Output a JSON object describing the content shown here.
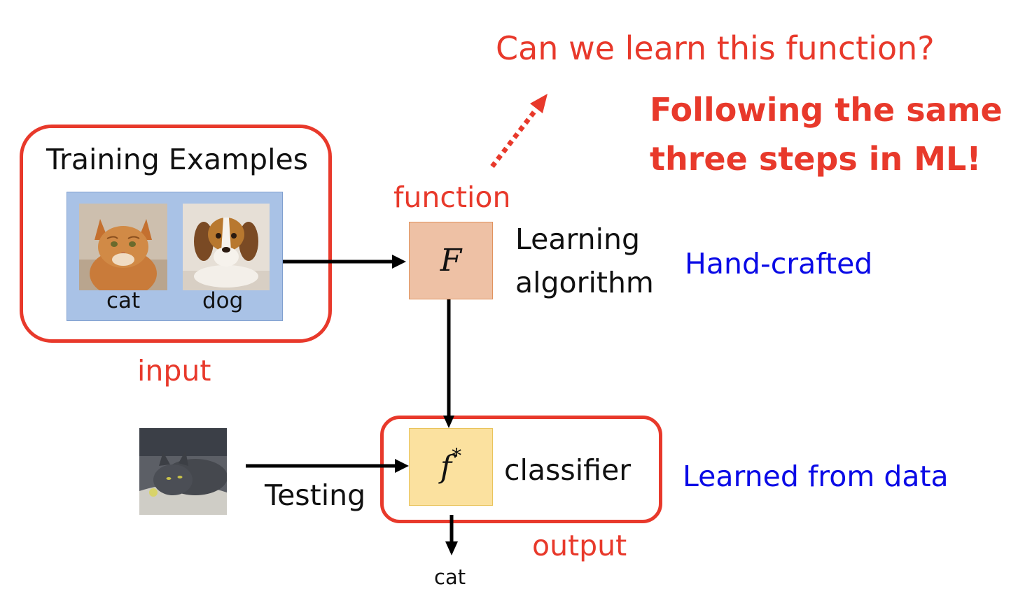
{
  "question": "Can we learn this function?",
  "steps_line1": "Following the same",
  "steps_line2": "three steps in ML!",
  "training": {
    "title": "Training Examples",
    "examples": [
      {
        "label": "cat",
        "image": "orange-cat-photo"
      },
      {
        "label": "dog",
        "image": "beagle-dog-photo"
      }
    ],
    "frame_label": "input"
  },
  "learning": {
    "top_label": "function",
    "symbol": "F",
    "name_line1": "Learning",
    "name_line2": "algorithm",
    "note": "Hand-crafted"
  },
  "classifier": {
    "symbol": "f",
    "symbol_sup": "*",
    "name": "classifier",
    "note": "Learned from data",
    "frame_label": "output",
    "result": "cat"
  },
  "testing": {
    "label": "Testing",
    "image": "gray-cat-photo"
  },
  "colors": {
    "accent_red": "#e8392b",
    "note_blue": "#0a0ae6",
    "panel_blue": "#a9c2e6",
    "box_F": "#eec1a5",
    "box_f": "#fbe19f"
  }
}
